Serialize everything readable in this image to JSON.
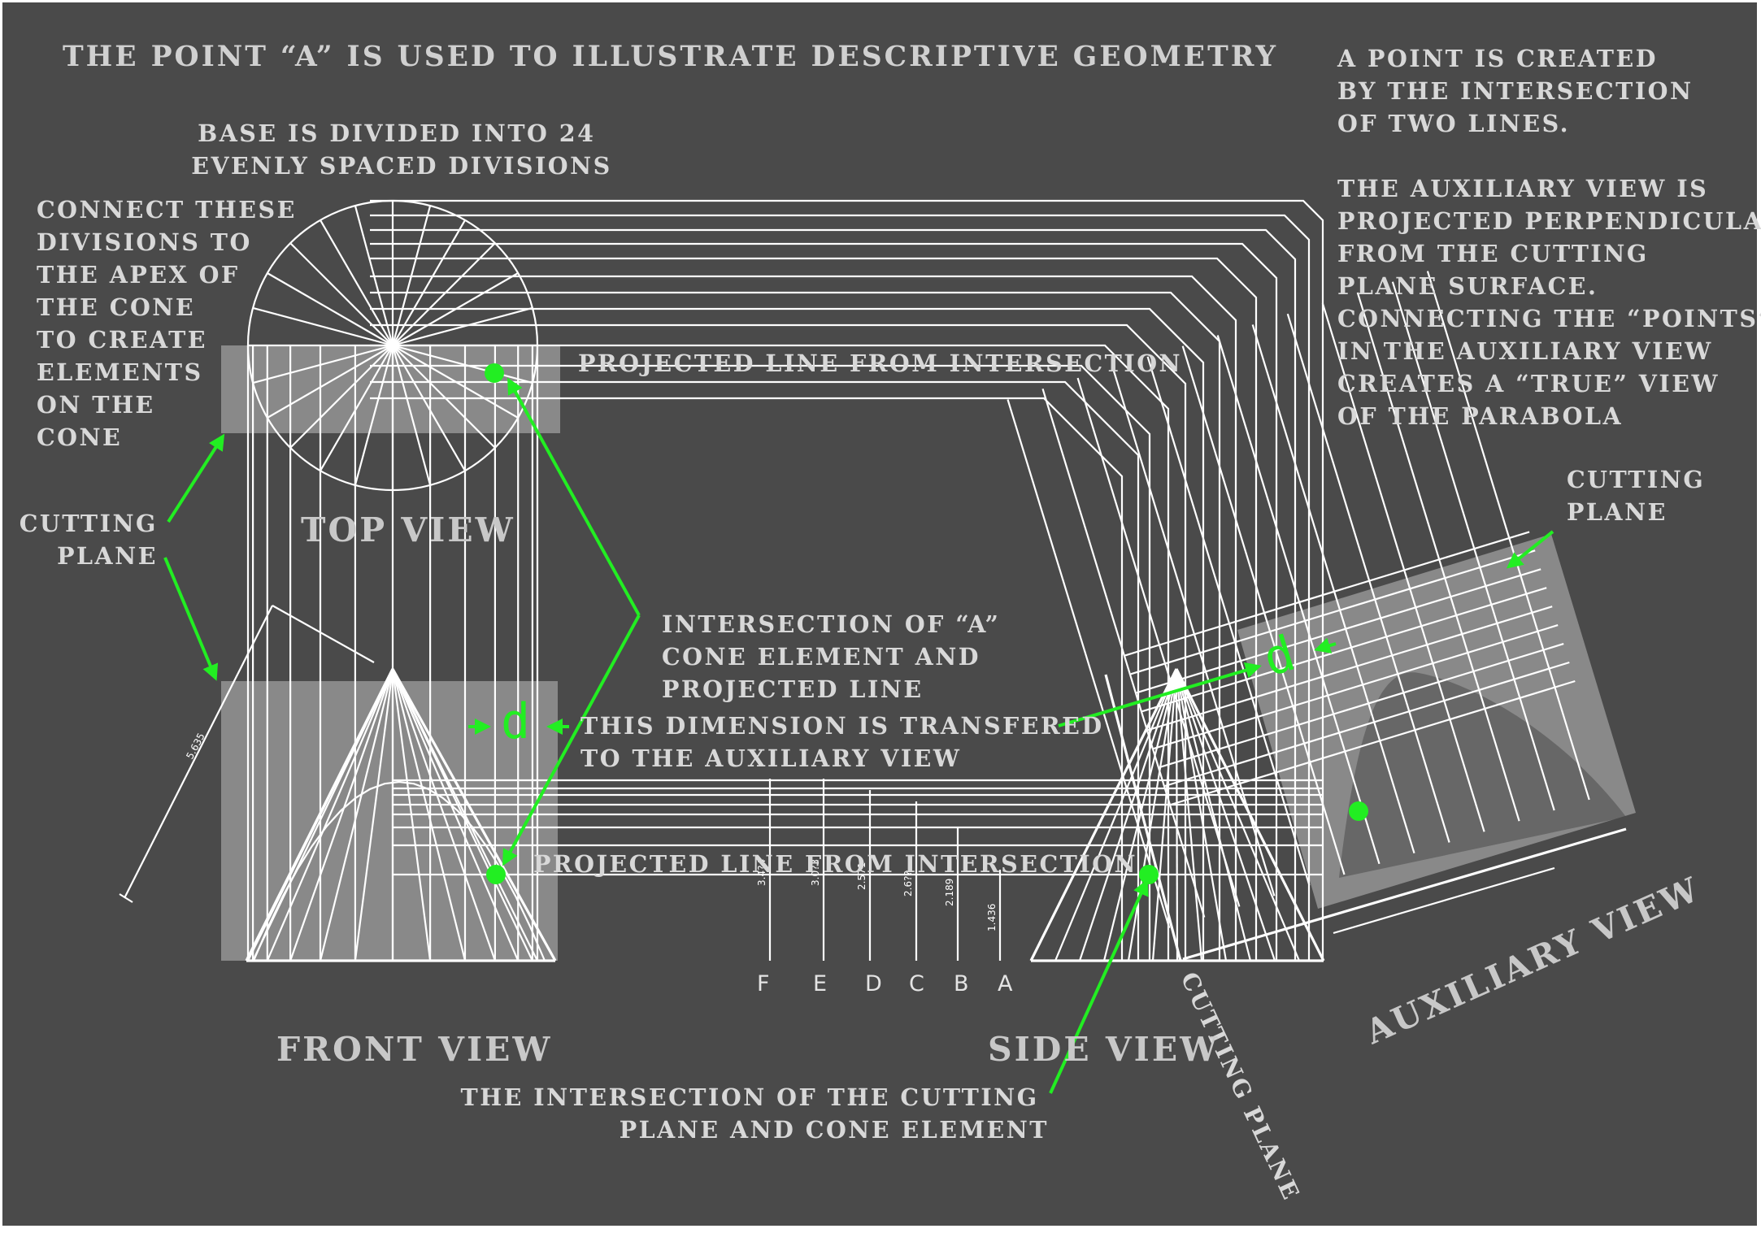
{
  "title": "THE POINT “A” IS USED TO ILLUSTRATE DESCRIPTIVE GEOMETRY",
  "notes": {
    "point_created": [
      "A POINT IS CREATED",
      "BY THE INTERSECTION",
      "OF TWO LINES."
    ],
    "auxiliary_projection": [
      "THE AUXILIARY VIEW IS",
      "PROJECTED PERPENDICULAR",
      "FROM THE CUTTING",
      "PLANE SURFACE.",
      "CONNECTING THE “POINTS”",
      "IN THE AUXILIARY VIEW",
      "CREATES A “TRUE” VIEW",
      "OF THE PARABOLA"
    ],
    "base_divided": [
      "BASE IS DIVIDED INTO 24",
      "EVENLY SPACED DIVISIONS"
    ],
    "connect_divisions": [
      "CONNECT THESE",
      "DIVISIONS TO",
      "THE APEX OF",
      "THE CONE",
      "TO CREATE",
      "ELEMENTS",
      "ON THE",
      "CONE"
    ],
    "cutting_plane_left": [
      "CUTTING",
      "PLANE"
    ],
    "cutting_plane_right": [
      "CUTTING",
      "PLANE"
    ],
    "cutting_plane_rotated": "CUTTING PLANE",
    "projected_line_top": "PROJECTED LINE FROM INTERSECTION",
    "projected_line_bottom": "PROJECTED LINE FROM INTERSECTION",
    "intersection_a": [
      "INTERSECTION OF “A”",
      "CONE ELEMENT AND",
      "PROJECTED LINE"
    ],
    "dimension_transfer": [
      "THIS DIMENSION IS TRANSFERED",
      "TO THE AUXILIARY VIEW"
    ],
    "intersection_cutting": [
      "THE INTERSECTION OF THE CUTTING",
      "PLANE AND CONE ELEMENT"
    ]
  },
  "view_labels": {
    "top": "TOP VIEW",
    "front": "FRONT VIEW",
    "side": "SIDE VIEW",
    "auxiliary": "AUXILIARY VIEW"
  },
  "dimension_symbol": "d",
  "station_letters": [
    "F",
    "E",
    "D",
    "C",
    "B",
    "A"
  ],
  "station_dimensions": [
    "3.4?4",
    "3.0?3",
    "2.571",
    "2.6??",
    "2.189",
    "1.436"
  ],
  "slant_dimension": "5.635",
  "base_divisions": 24,
  "colors": {
    "background": "#4a4a4a",
    "lines": "#ffffff",
    "highlight": "#22ee22",
    "plane_fill": "#bdbdbd",
    "text": "#d8d8d8"
  }
}
